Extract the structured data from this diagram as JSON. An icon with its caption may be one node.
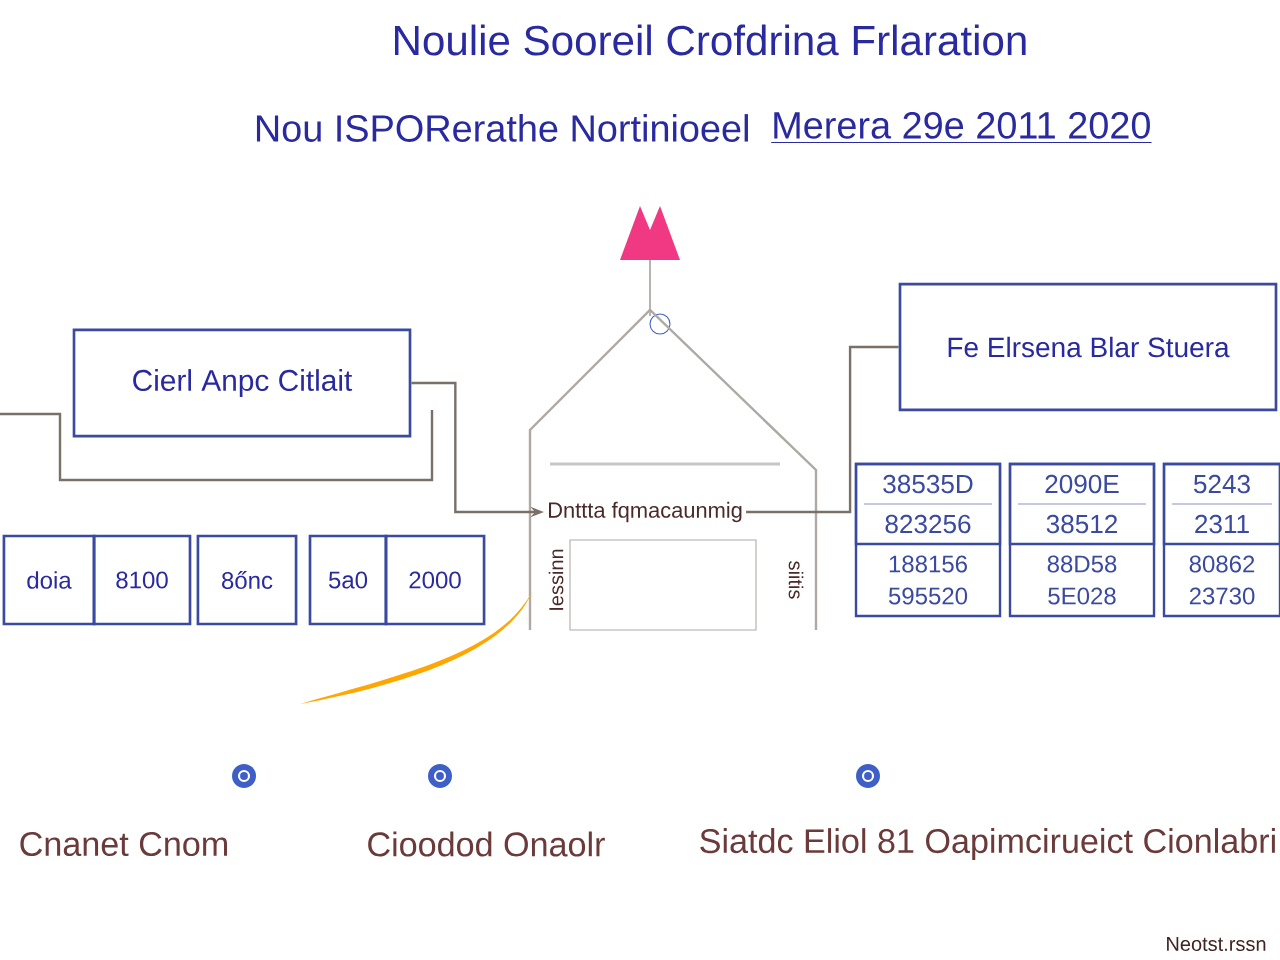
{
  "diagram": {
    "title": "Noulie Sooreil Crofdrina Frlaration",
    "nodes": [
      {
        "text": [
          "Cierl Anpc Citlait"
        ]
      },
      {
        "text": [
          "Dnttta fqmacaunmig"
        ]
      },
      {
        "text": [
          "Fe Elrsena Blar Stuera"
        ]
      },
      {
        "text": [
          "doia"
        ]
      },
      {
        "text": [
          "8100"
        ]
      },
      {
        "text": [
          "8őnc"
        ]
      },
      {
        "text": [
          "5a0"
        ]
      },
      {
        "text": [
          "2000"
        ]
      }
    ],
    "edges": [
      {
        "from": 0,
        "to": 1,
        "arrow": "to"
      },
      {
        "from": 1,
        "to": 2,
        "arrow": "none"
      }
    ],
    "labels": [
      "Nou ISPORerathe Nortinioeel",
      "Merera 29e 2011 2020",
      "Iessinn",
      "siitis",
      "38535D",
      "823256",
      "188156",
      "595520",
      "2090E",
      "38512",
      "88D58",
      "5E028",
      "5243",
      "2311",
      "80862",
      "23730",
      "Cnanet Cnom",
      "Cioodod Onaolr",
      "Siatdc Eliol 81 Oapimcirueict Cionlabri",
      "Neotst.rssn"
    ]
  }
}
